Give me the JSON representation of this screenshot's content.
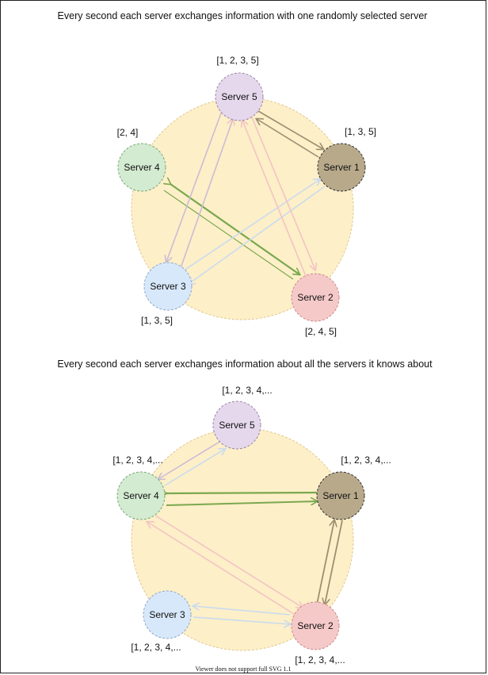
{
  "diagram1": {
    "title": "Every second each server exchanges information with one randomly selected server",
    "servers": {
      "s1": {
        "name": "Server 1",
        "known": "[1, 3, 5]",
        "color": "#b7a98a"
      },
      "s2": {
        "name": "Server 2",
        "known": "[2, 4, 5]",
        "color": "#f6c9c9"
      },
      "s3": {
        "name": "Server 3",
        "known": "[1, 3, 5]",
        "color": "#d8e8fb"
      },
      "s4": {
        "name": "Server 4",
        "known": "[2, 4]",
        "color": "#d3ebd1"
      },
      "s5": {
        "name": "Server 5",
        "known": "[1, 2, 3, 5]",
        "color": "#e5d8ec"
      }
    }
  },
  "diagram2": {
    "title": "Every second each server exchanges information about all the servers it knows about",
    "servers": {
      "s1": {
        "name": "Server 1",
        "known": "[1, 2, 3, 4,...",
        "color": "#b7a98a"
      },
      "s2": {
        "name": "Server 2",
        "known": "[1, 2, 3, 4,...",
        "color": "#f6c9c9"
      },
      "s3": {
        "name": "Server 3",
        "known": "[1, 2, 3, 4,...",
        "color": "#d8e8fb"
      },
      "s4": {
        "name": "Server 4",
        "known": "[1, 2, 3, 4,...",
        "color": "#d3ebd1"
      },
      "s5": {
        "name": "Server 5",
        "known": "[1, 2, 3, 4,...",
        "color": "#e5d8ec"
      }
    }
  },
  "colors": {
    "cluster_fill": "#fdefc8",
    "arrow_green": "#7aa84e",
    "arrow_pink": "#f2c4c4",
    "arrow_blue": "#c9dbef",
    "arrow_brown": "#9c8e70",
    "arrow_purple": "#cbbcd6"
  },
  "footer": "Viewer does not support full SVG 1.1"
}
